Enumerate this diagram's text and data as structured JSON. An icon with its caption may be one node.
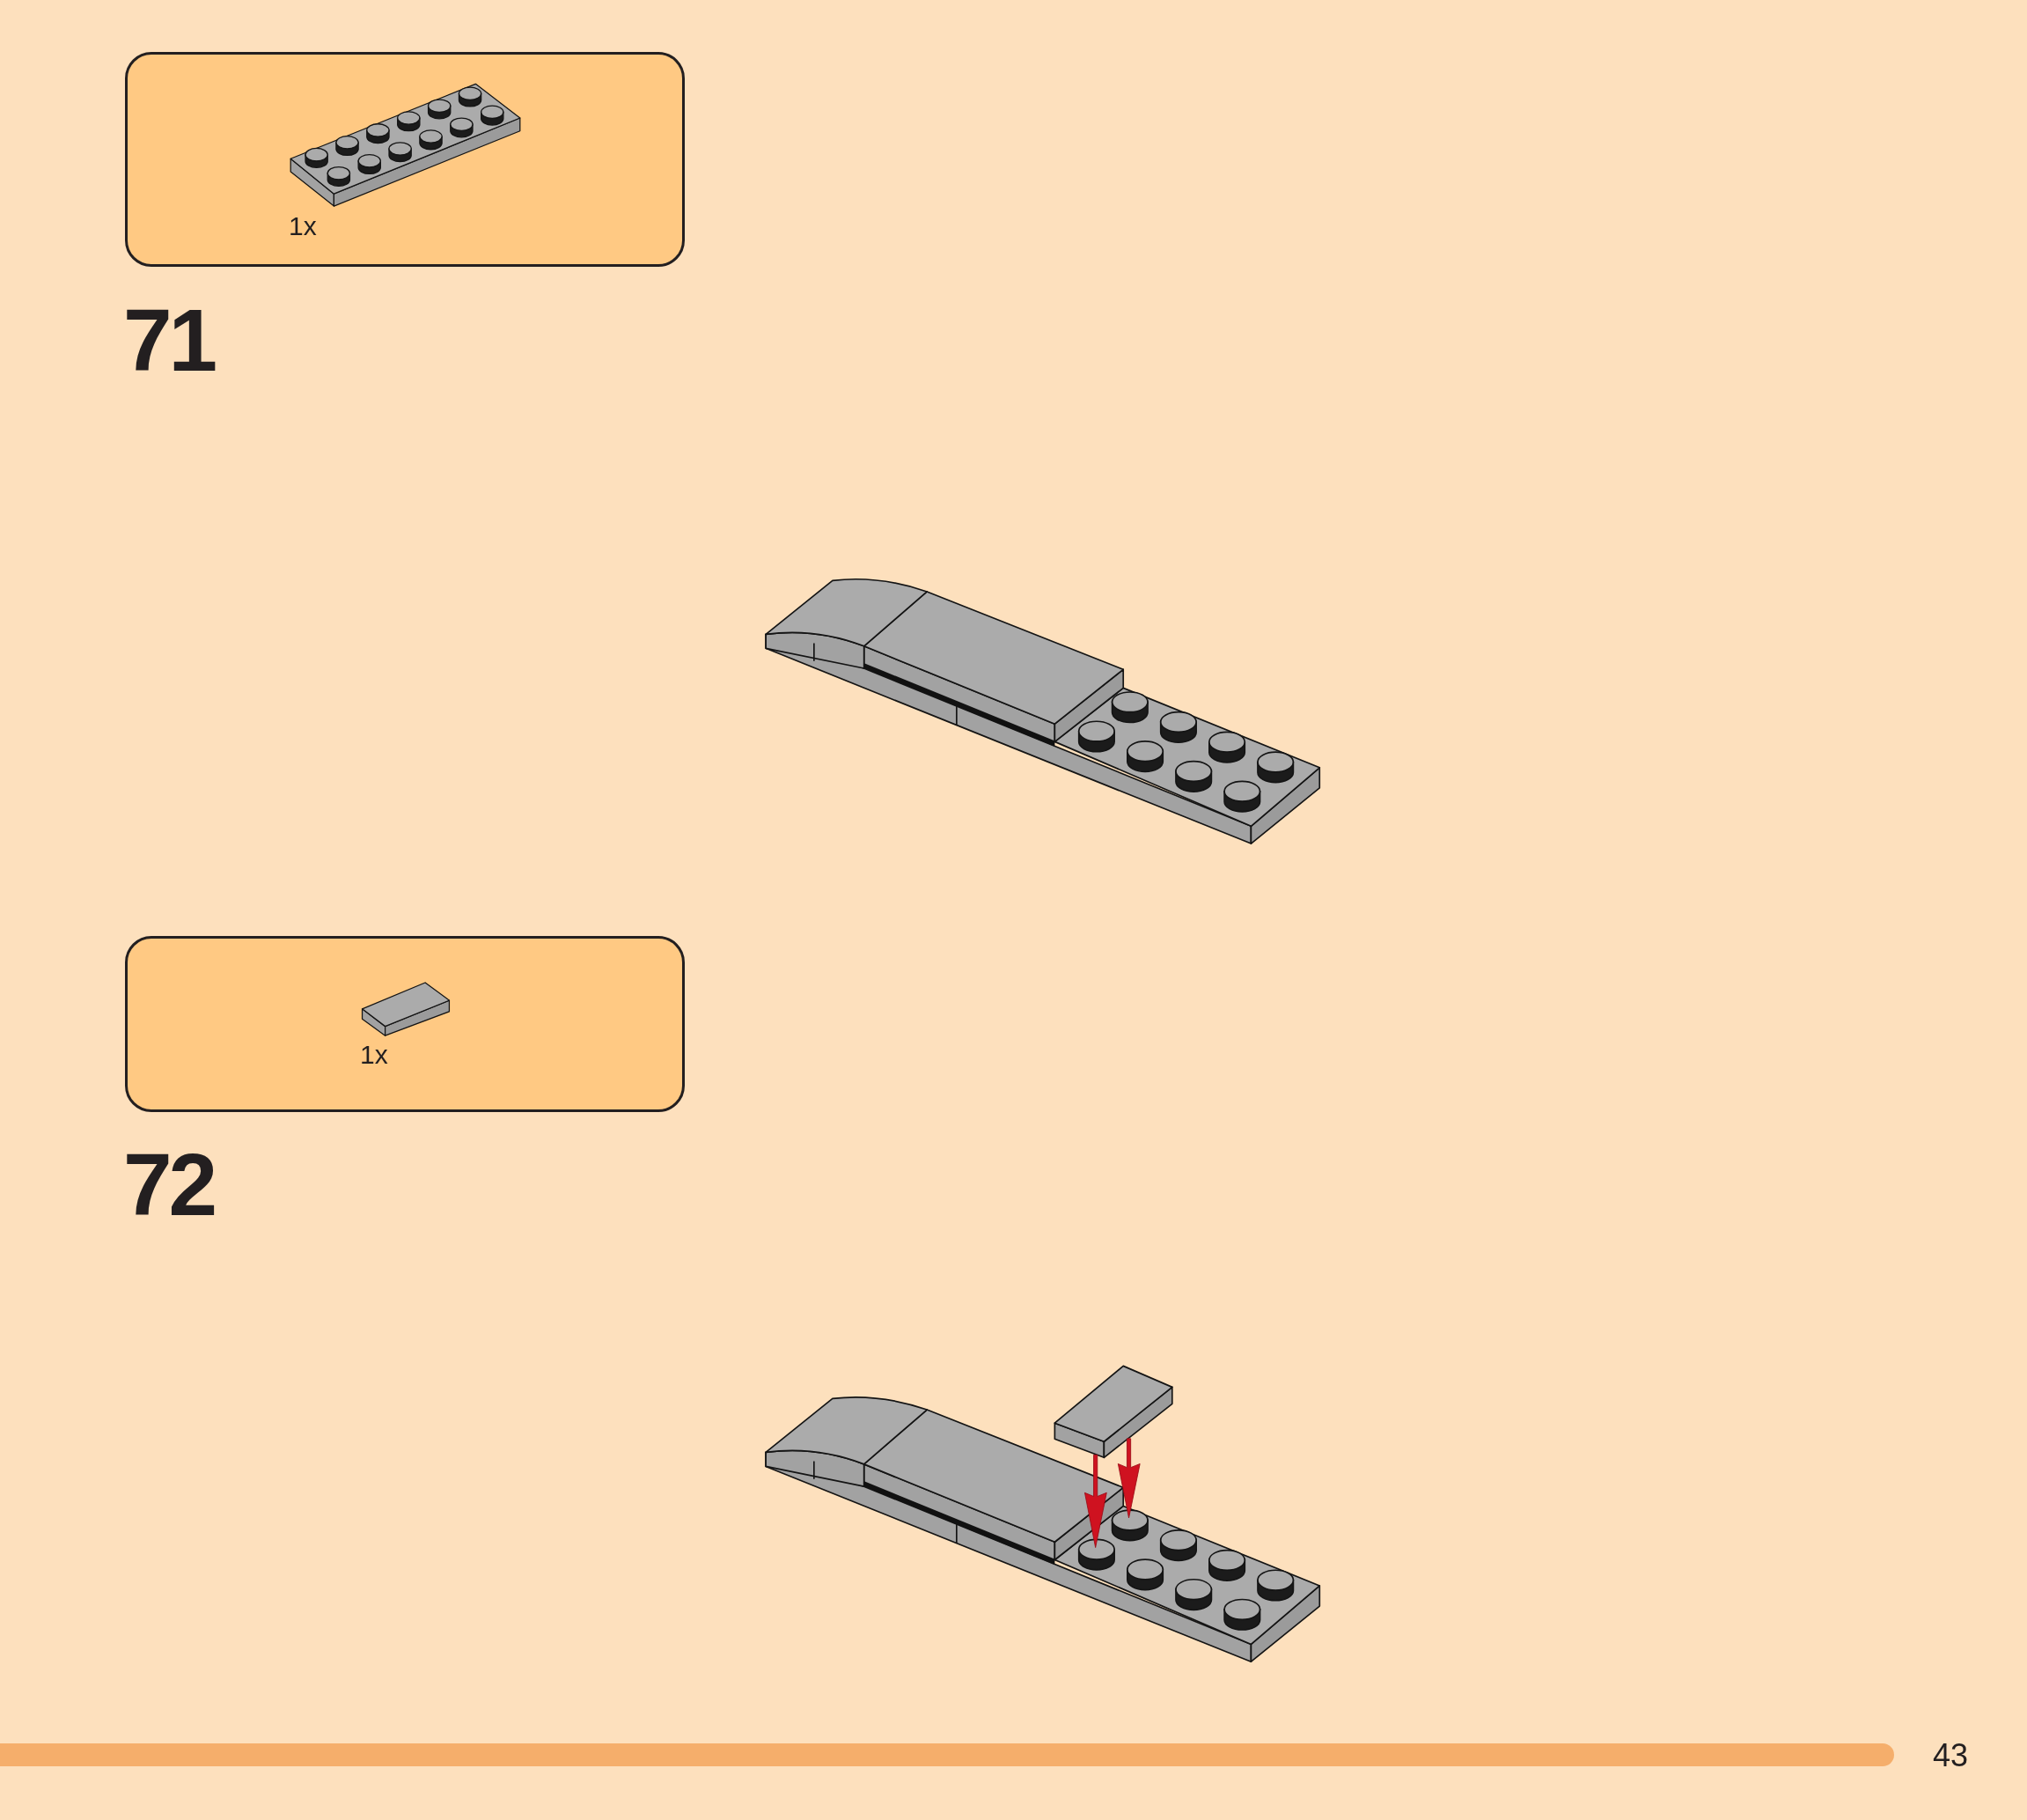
{
  "diagram": {
    "nodes": [
      {
        "text": [
          "1x"
        ]
      },
      {
        "text": [
          "1x"
        ]
      }
    ],
    "labels": [
      "71",
      "72",
      "43"
    ]
  }
}
